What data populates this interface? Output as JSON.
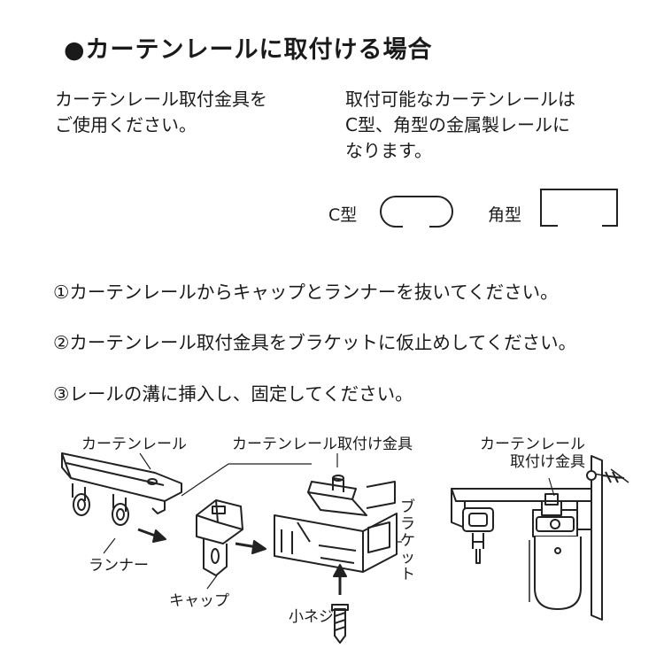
{
  "title": "●カーテンレールに取付ける場合",
  "intro_left": [
    "カーテンレール取付金具を",
    "ご使用ください。"
  ],
  "intro_right": [
    "取付可能なカーテンレールは",
    "C型、角型の金属製レールに",
    "なります。"
  ],
  "rail_types": {
    "c_type": "C型",
    "square_type": "角型"
  },
  "steps": [
    "①カーテンレールからキャップとランナーを抜いてください。",
    "②カーテンレール取付金具をブラケットに仮止めしてください。",
    "③レールの溝に挿入し、固定してください。"
  ],
  "diagram_labels": {
    "rail": "カーテンレール",
    "mount": "カーテンレール取付け金具",
    "runner": "ランナー",
    "cap": "キャップ",
    "bracket": "ブラケット",
    "screw": "小ネジ",
    "side_rail": "カーテンレール",
    "side_mount": "取付け金具"
  }
}
